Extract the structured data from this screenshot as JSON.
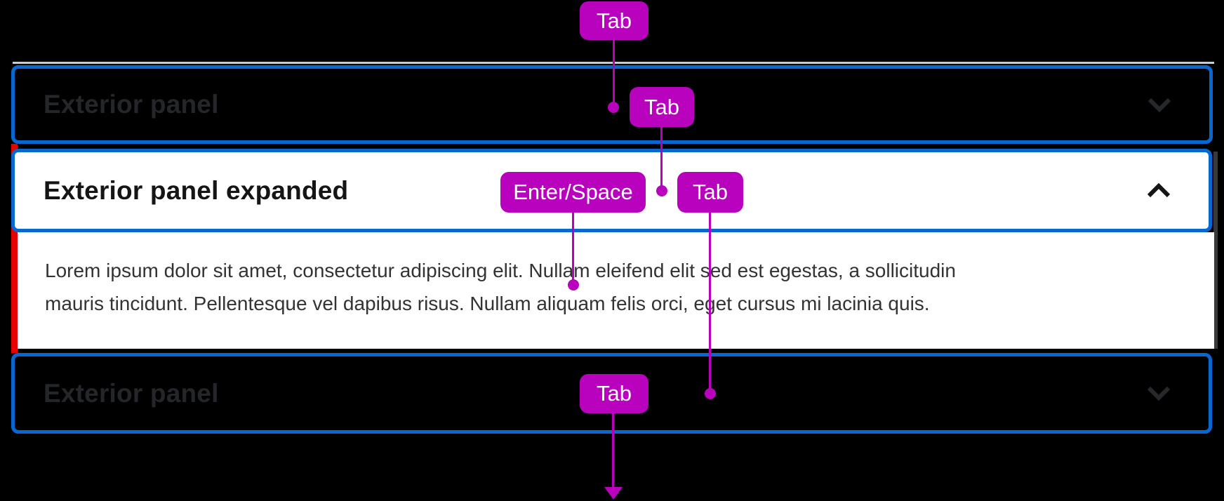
{
  "accordion": {
    "panels": [
      {
        "label": "Exterior panel",
        "state": "collapsed",
        "chevron_icon": "chevron-down"
      },
      {
        "label": "Exterior panel expanded",
        "state": "expanded",
        "chevron_icon": "chevron-up",
        "content_lines": [
          "Lorem ipsum dolor sit amet, consectetur adipiscing elit. Nullam eleifend elit sed est egestas, a sollicitudin",
          "mauris tincidunt. Pellentesque vel dapibus risus. Nullam aliquam felis orci, eget cursus mi lacinia quis."
        ]
      },
      {
        "label": "Exterior panel",
        "state": "collapsed",
        "chevron_icon": "chevron-down"
      }
    ]
  },
  "keyboard_annotations": {
    "badges": [
      {
        "id": "tab-1",
        "label": "Tab"
      },
      {
        "id": "tab-2",
        "label": "Tab"
      },
      {
        "id": "enter-space",
        "label": "Enter/Space"
      },
      {
        "id": "tab-3",
        "label": "Tab"
      },
      {
        "id": "tab-4",
        "label": "Tab"
      }
    ]
  },
  "colors": {
    "background": "#000000",
    "badge": "#b802be",
    "badge_text": "#ffffff",
    "connector": "#b802be",
    "focus_ring_blue": "#0768d2",
    "expanded_left_border_red": "#e60000",
    "expanded_panel_background": "#ffffff",
    "collapsed_title_text": "#24262a",
    "expanded_title_text": "#151515",
    "body_text": "#333333",
    "panel_border_line": "#c9ccd1"
  }
}
